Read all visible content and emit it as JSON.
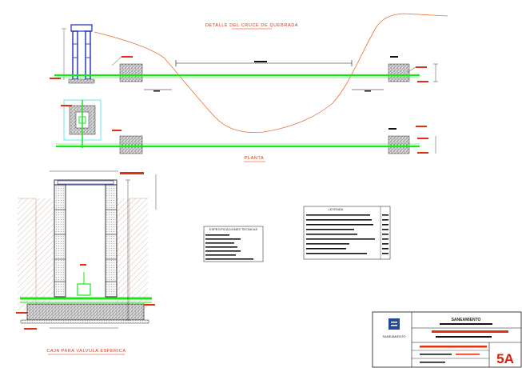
{
  "drawing": {
    "title_profile": "DETALLE DEL CRUCE DE QUEBRADA",
    "title_plan": "PLANTA",
    "title_section": "CAJA PARA VALVULA ESFERICA",
    "sheet_number": "5A",
    "title_block_heading": "SANEAMIENTO",
    "logo_caption": "SANEAMIENTO"
  },
  "colors": {
    "pipe_green": "#19e619",
    "terrain_orange": "#e8733a",
    "label_red": "#e03010",
    "structure_blue": "#1f2ab8",
    "sheet_red": "#d81e05",
    "logo_blue": "#23499c",
    "hatch_grey": "#888888"
  },
  "table_specs": {
    "heading": "ESPECIFICACIONES TECNICAS"
  },
  "table_legend": {
    "heading": "LEYENDA"
  }
}
